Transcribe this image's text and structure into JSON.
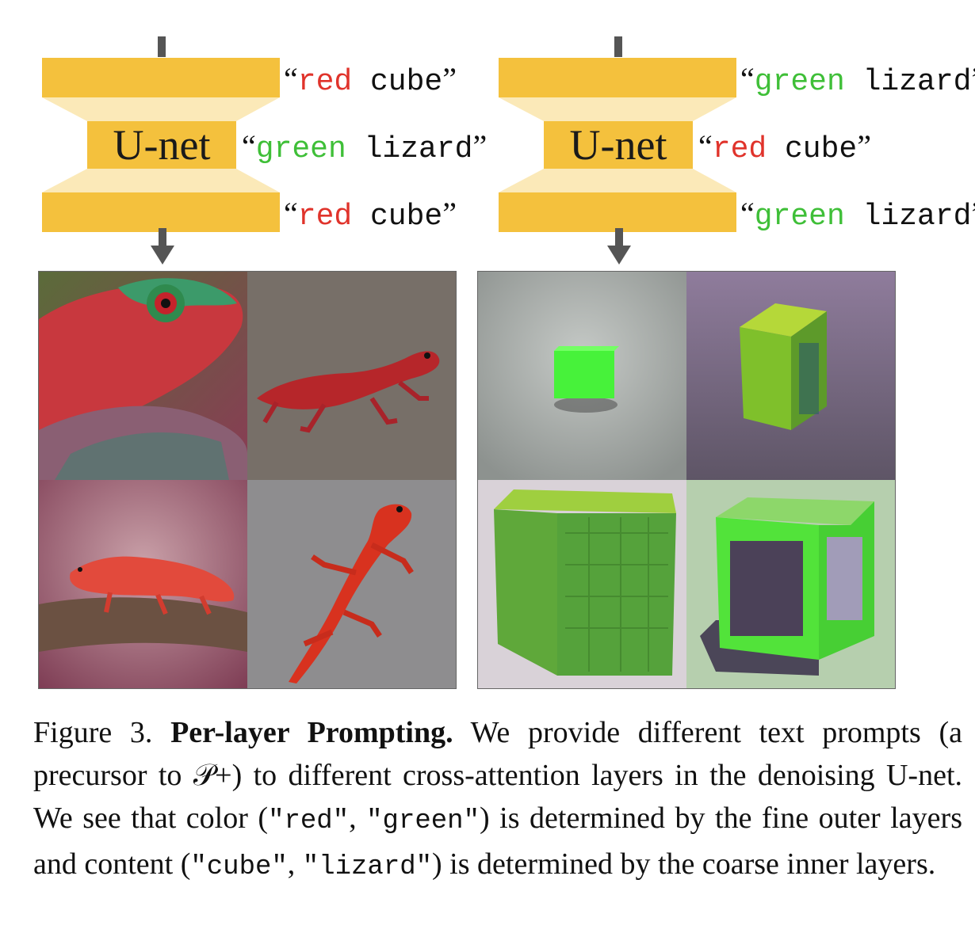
{
  "diagrams": [
    {
      "unet_label": "U-net",
      "prompts": [
        {
          "open": "“",
          "color_word": "red",
          "rest": " cube",
          "close": "”",
          "color": "#e0332b"
        },
        {
          "open": "“",
          "color_word": "green",
          "rest": " lizard",
          "close": "”",
          "color": "#3fbf38"
        },
        {
          "open": "“",
          "color_word": "red",
          "rest": " cube",
          "close": "”",
          "color": "#e0332b"
        }
      ]
    },
    {
      "unet_label": "U-net",
      "prompts": [
        {
          "open": "“",
          "color_word": "green",
          "rest": " lizard",
          "close": "”",
          "color": "#3fbf38"
        },
        {
          "open": "“",
          "color_word": "red",
          "rest": " cube",
          "close": "”",
          "color": "#e0332b"
        },
        {
          "open": "“",
          "color_word": "green",
          "rest": " lizard",
          "close": "”",
          "color": "#3fbf38"
        }
      ]
    }
  ],
  "colors": {
    "bar": "#f4c13d",
    "bar_light": "#fbe9b8",
    "arrow": "#555555",
    "red_text": "#e0332b",
    "green_text": "#3fbf38"
  },
  "caption": {
    "figure_label": "Figure 3.",
    "title": "Per-layer Prompting.",
    "text_1": "We provide different text prompts (a precursor to ",
    "symbol": "𝒫+",
    "text_2": ") to different cross-attention layers in the denoising U-net.  We see that color (",
    "code_red": "\"red\"",
    "sep_1": ", ",
    "code_green": "\"green\"",
    "text_3": ") is determined by the fine outer layers and content (",
    "code_cube": "\"cube\"",
    "sep_2": ", ",
    "code_lizard": "\"lizard\"",
    "text_4": ") is determined by the coarse inner layers."
  }
}
